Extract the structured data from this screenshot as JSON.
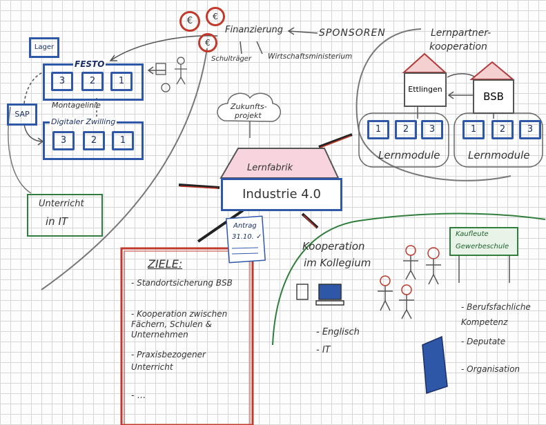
{
  "sponsors": {
    "label": "SPONSOREN",
    "funding": "Finanzierung",
    "school_authority": "Schulträger",
    "ministry": "Wirtschaftsministerium",
    "coin_symbol": "€"
  },
  "festo": {
    "lager": "Lager",
    "title": "FESTO",
    "modules": [
      "3",
      "2",
      "1"
    ],
    "montage": "Montagelinie",
    "twin_title": "Digitaler Zwilling",
    "twin_modules": [
      "3",
      "2",
      "1"
    ],
    "sap": "SAP"
  },
  "unterricht_it": {
    "line1": "Unterricht",
    "line2": "in IT"
  },
  "center": {
    "cloud_line1": "Zukunfts-",
    "cloud_line2": "projekt",
    "roof": "Lernfabrik",
    "label": "Industrie 4.0",
    "antrag_line1": "Antrag",
    "antrag_line2": "31.10. ✓"
  },
  "partner": {
    "title_line1": "Lernpartner-",
    "title_line2": "kooperation",
    "house1": "Ettlingen",
    "house2": "BSB",
    "modules1": [
      "1",
      "2",
      "3"
    ],
    "modules2": [
      "1",
      "2",
      "3"
    ],
    "label1": "Lernmodule",
    "label2": "Lernmodule"
  },
  "ziele": {
    "title": "ZIELE:",
    "items": [
      "- Standortsicherung BSB",
      "- Kooperation zwischen Fächern, Schulen & Unternehmen",
      "- Praxisbezogener Unterricht",
      "- ..."
    ]
  },
  "kollegium": {
    "title_line1": "Kooperation",
    "title_line2": "im Kollegium",
    "englisch": "- Englisch",
    "it": "- IT",
    "board_line1": "Kaufleute",
    "board_line2": "Gewerbeschule",
    "items": [
      "- Berufsfachliche Kompetenz",
      "- Deputate",
      "- Organisation"
    ]
  }
}
